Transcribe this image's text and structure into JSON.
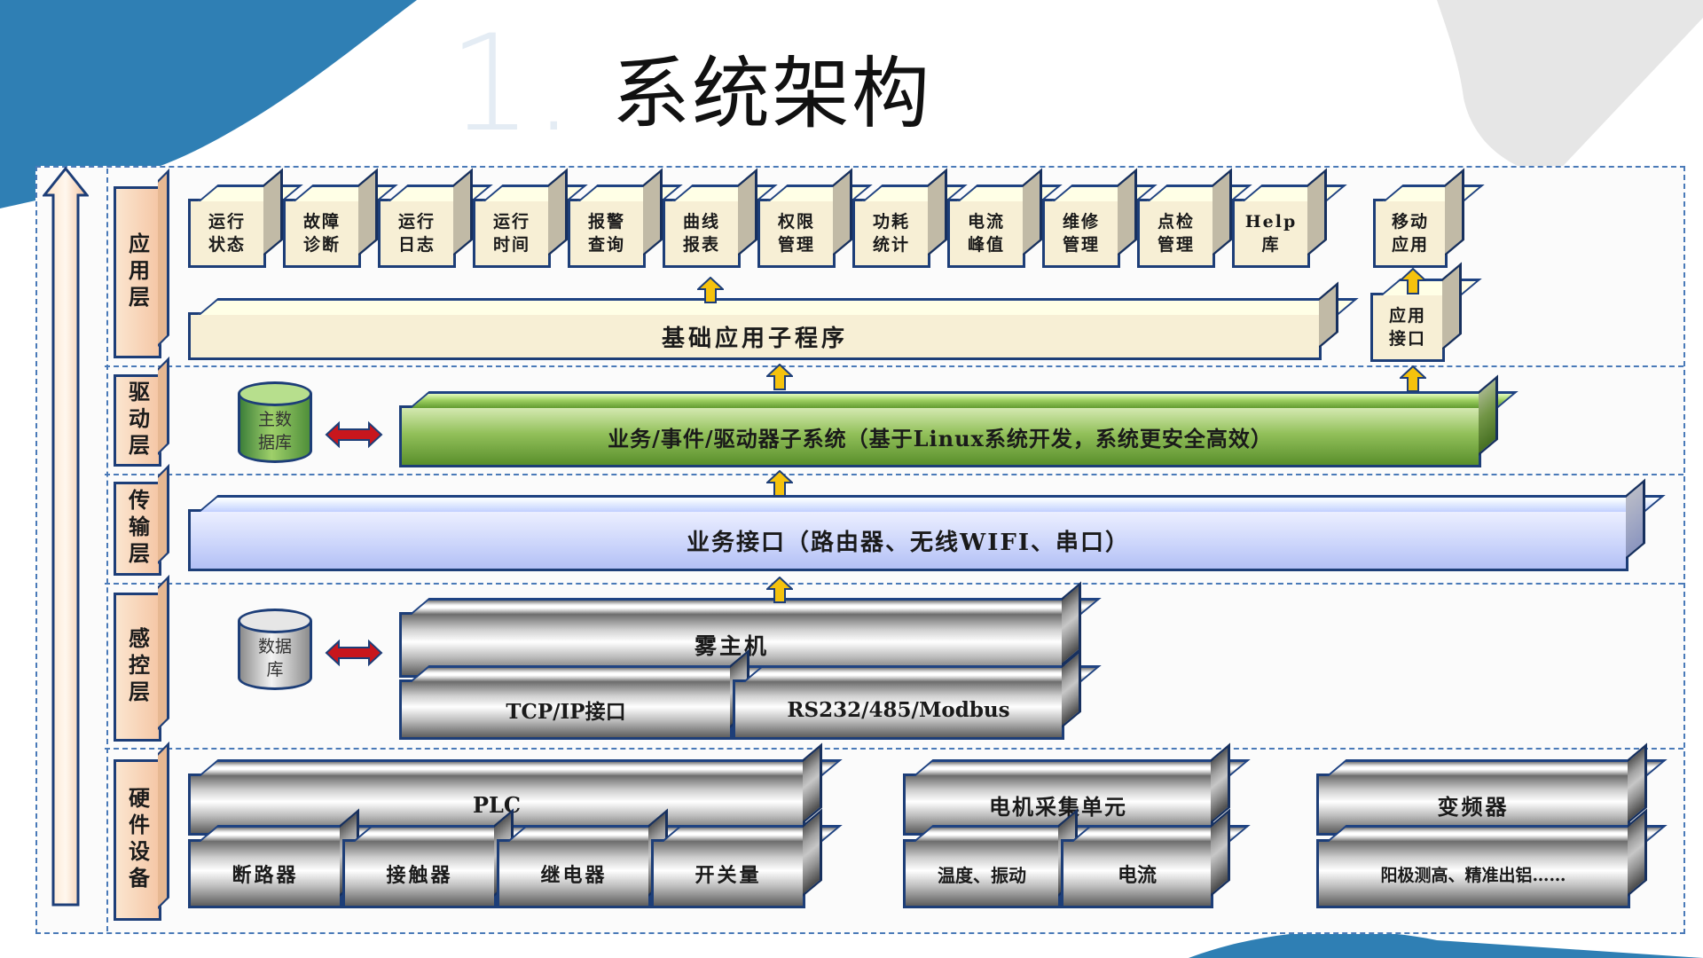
{
  "slide": {
    "number": "1.",
    "title": "系统架构"
  },
  "layers": {
    "app": "应用层",
    "driver": "驱动层",
    "transport": "传输层",
    "sense": "感控层",
    "hardware": "硬件设备"
  },
  "app_tiles": [
    [
      "运行",
      "状态"
    ],
    [
      "故障",
      "诊断"
    ],
    [
      "运行",
      "日志"
    ],
    [
      "运行",
      "时间"
    ],
    [
      "报警",
      "查询"
    ],
    [
      "曲线",
      "报表"
    ],
    [
      "权限",
      "管理"
    ],
    [
      "功耗",
      "统计"
    ],
    [
      "电流",
      "峰值"
    ],
    [
      "维修",
      "管理"
    ],
    [
      "点检",
      "管理"
    ],
    [
      "Help",
      "库"
    ]
  ],
  "mobile": {
    "app": [
      "移动",
      "应用"
    ],
    "api": [
      "应用",
      "接口"
    ]
  },
  "base_app": "基础应用子程序",
  "main_db": [
    "主数",
    "据库"
  ],
  "business_subsystem": "业务/事件/驱动器子系统（基于Linux系统开发，系统更安全高效）",
  "business_interface": "业务接口（路由器、无线WIFI、串口）",
  "db": [
    "数据",
    "库"
  ],
  "fog_host": "雾主机",
  "tcp_ip": "TCP/IP接口",
  "rs232": "RS232/485/Modbus",
  "plc": {
    "title": "PLC",
    "items": [
      "断路器",
      "接触器",
      "继电器",
      "开关量"
    ]
  },
  "motor": {
    "title": "电机采集单元",
    "items": [
      "温度、振动",
      "电流"
    ]
  },
  "inverter": {
    "title": "变频器",
    "sub": "阳极测高、精准出铝……"
  },
  "colors": {
    "border": "#1d3e78",
    "accent_blue": "#2f7fb4",
    "arrow_yellow": "#f5c20c",
    "arrow_red": "#c8161d"
  }
}
